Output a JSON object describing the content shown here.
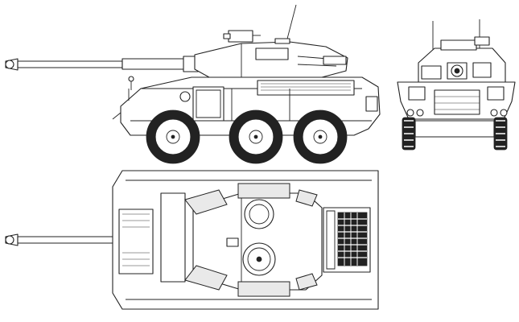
{
  "drawing": {
    "views": [
      {
        "name": "side-view"
      },
      {
        "name": "front-view"
      },
      {
        "name": "top-view"
      }
    ],
    "line_color": "#222222",
    "background": "#ffffff"
  }
}
